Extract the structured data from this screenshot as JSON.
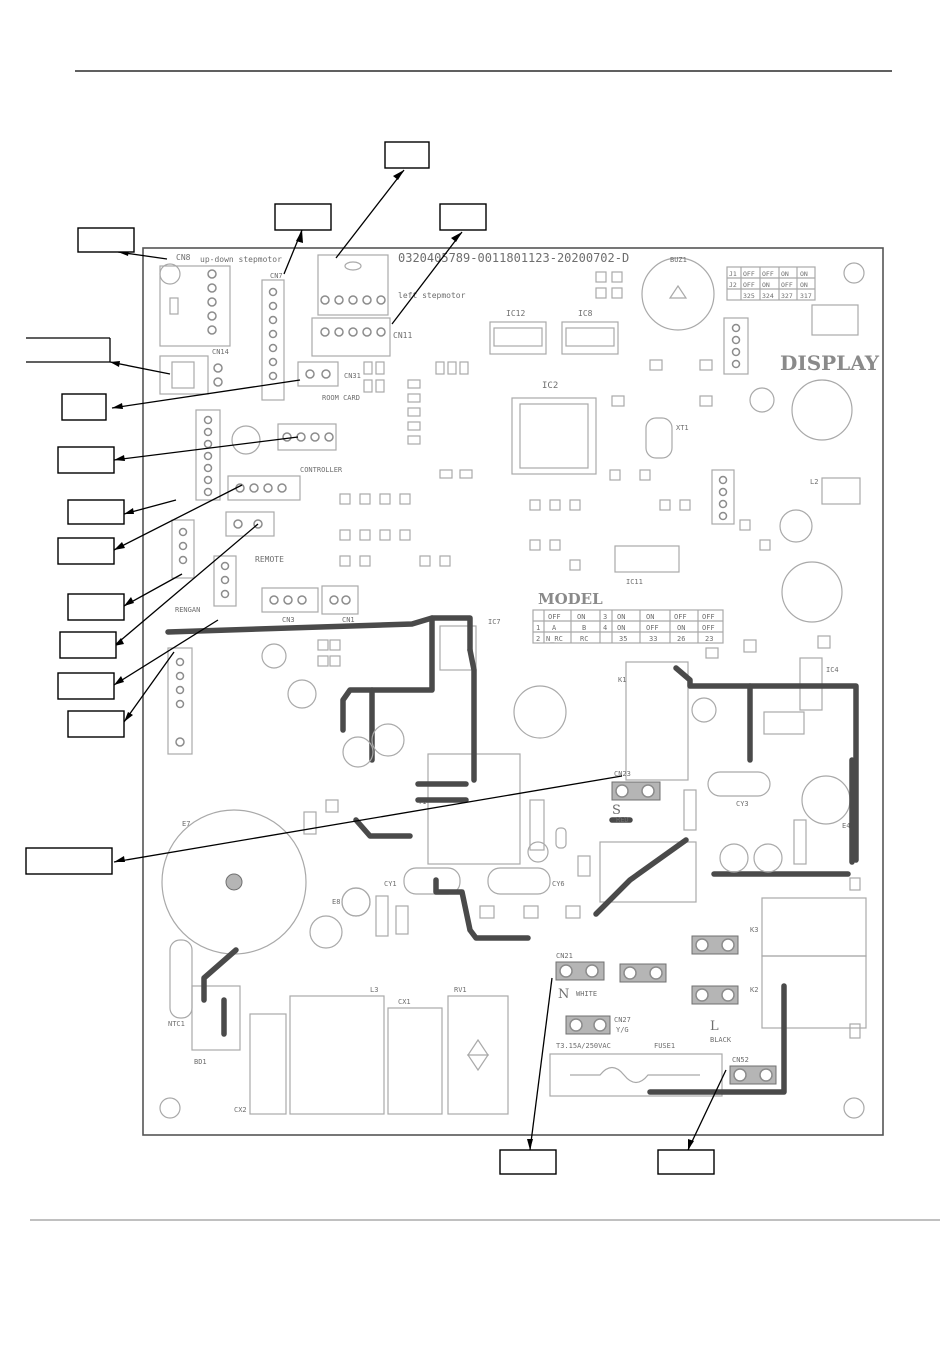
{
  "board": {
    "part_number": "0320405789-0011801123-20200702-D",
    "display_label": "DISPLAY",
    "model_label": "MODEL",
    "connectors": {
      "cn8": "CN8",
      "cn8_desc": "up-down stepmotor",
      "cn7": "CN7",
      "cn11": "CN11",
      "cn11_desc": "left stepmotor",
      "cn14": "CN14",
      "cn31": "CN31",
      "room_card": "ROOM CARD",
      "controller": "CONTROLLER",
      "remote": "REMOTE",
      "rengan": "RENGAN",
      "cn3": "CN3",
      "cn1": "CN1",
      "cn23": "CN23",
      "cn23_desc": "RED",
      "cn21": "CN21",
      "cn21_desc": "WHITE",
      "cn27": "CN27",
      "cn27_desc": "Y/G",
      "cn52": "CN52",
      "cn52_desc": "BLACK",
      "fuse": "FUSE1",
      "fuse_rating": "T3.15A/250VAC"
    },
    "terminal_letters": {
      "s": "S",
      "n": "N",
      "l": "L"
    },
    "components": [
      "IC12",
      "IC8",
      "IC2",
      "IC11",
      "IC7",
      "IC4",
      "K1",
      "K2",
      "K3",
      "T1",
      "L2",
      "L3",
      "E7",
      "E8",
      "E4",
      "BUZ1",
      "XT1",
      "NTC1",
      "RV1",
      "BD1",
      "CY1",
      "CY3",
      "CY6",
      "CX2",
      "CX1"
    ]
  },
  "switch_table": {
    "rows": [
      [
        "J1",
        "OFF",
        "OFF",
        "ON",
        "ON"
      ],
      [
        "J2",
        "OFF",
        "ON",
        "OFF",
        "ON"
      ],
      [
        "",
        "325",
        "324",
        "327",
        "317"
      ]
    ]
  },
  "model_table": {
    "rows": [
      [
        "",
        "OFF",
        "ON",
        "3",
        "ON",
        "ON",
        "OFF",
        "OFF"
      ],
      [
        "1",
        "A",
        "B",
        "4",
        "ON",
        "OFF",
        "ON",
        "OFF"
      ],
      [
        "2",
        "N_RC",
        "RC",
        "",
        "35",
        "33",
        "26",
        "23"
      ]
    ]
  }
}
